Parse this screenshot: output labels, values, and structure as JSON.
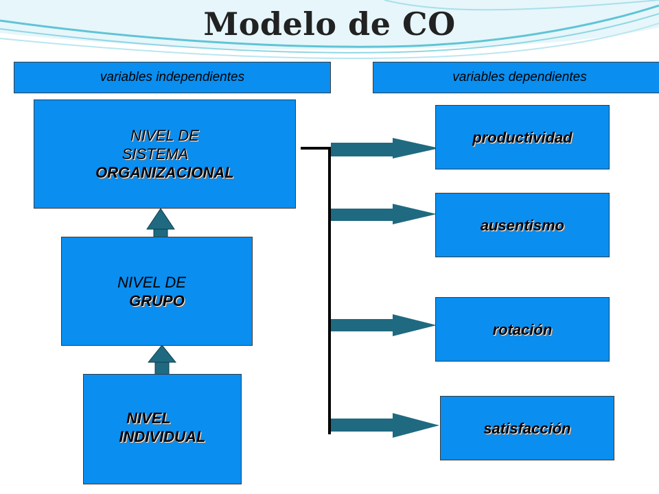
{
  "title": "Modelo de CO",
  "headers": {
    "independent": "variables independientes",
    "dependent": "variables dependientes"
  },
  "levels": {
    "system": [
      "NIVEL DE",
      "SISTEMA",
      "ORGANIZACIONAL"
    ],
    "group": [
      "NIVEL DE",
      "GRUPO"
    ],
    "individual": [
      "NIVEL",
      "INDIVIDUAL"
    ]
  },
  "outcomes": [
    "productividad",
    "ausentismo",
    "rotación",
    "satisfacción"
  ],
  "colors": {
    "box_fill": "#0a8ef0",
    "arrow_fill": "#1f6a80",
    "wave_teal": "#5fc4d6"
  }
}
